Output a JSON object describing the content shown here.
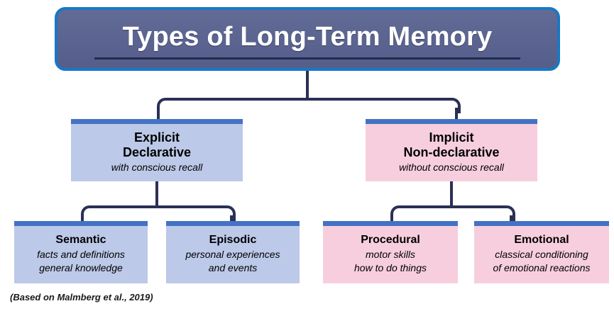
{
  "diagram": {
    "title": "Types of Long-Term Memory",
    "footnote": "(Based on Malmberg et al., 2019)",
    "colors": {
      "title_fill": "#5b6490",
      "title_border": "#1878c4",
      "title_text": "#ffffff",
      "blue_node": "#bcc9e8",
      "pink_node": "#f7cedd",
      "node_top_bar": "#4472c4",
      "connector": "#2a3055"
    },
    "level2": [
      {
        "name": "explicit",
        "title_line1": "Explicit",
        "title_line2": "Declarative",
        "subtitle": "with conscious recall",
        "color": "blue"
      },
      {
        "name": "implicit",
        "title_line1": "Implicit",
        "title_line2": "Non-declarative",
        "subtitle": "without conscious recall",
        "color": "pink"
      }
    ],
    "level3": [
      {
        "name": "semantic",
        "title": "Semantic",
        "sub_line1": "facts and definitions",
        "sub_line2": "general knowledge",
        "color": "blue",
        "parent": "explicit"
      },
      {
        "name": "episodic",
        "title": "Episodic",
        "sub_line1": "personal experiences",
        "sub_line2": "and events",
        "color": "blue",
        "parent": "explicit"
      },
      {
        "name": "procedural",
        "title": "Procedural",
        "sub_line1": "motor skills",
        "sub_line2": "how to do things",
        "color": "pink",
        "parent": "implicit"
      },
      {
        "name": "emotional",
        "title": "Emotional",
        "sub_line1": "classical conditioning",
        "sub_line2": "of emotional reactions",
        "color": "pink",
        "parent": "implicit"
      }
    ]
  }
}
